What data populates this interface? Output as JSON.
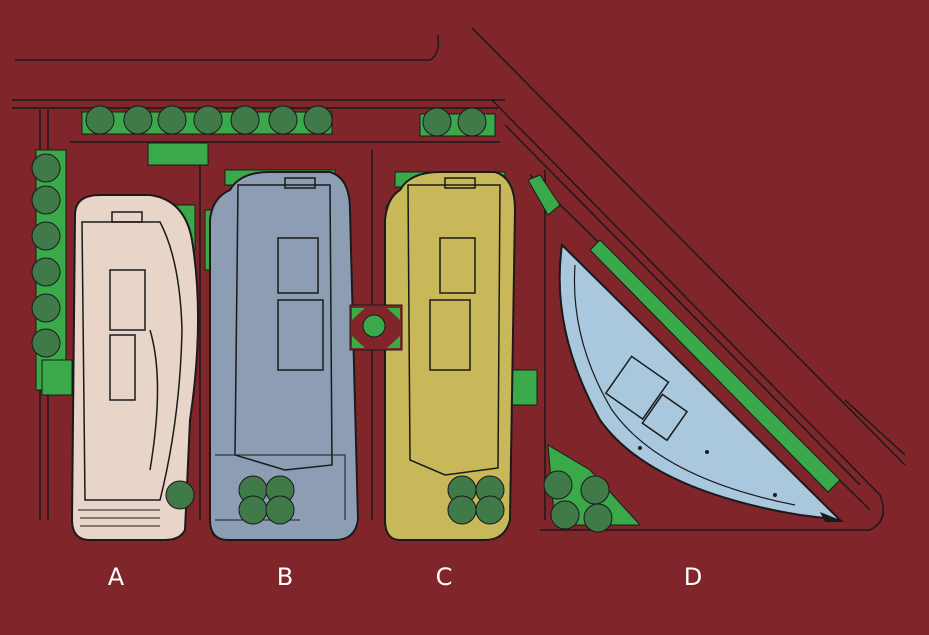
{
  "colors": {
    "background": "#80252a",
    "building_a": "#e8d4c8",
    "building_b": "#8d9eb4",
    "building_c": "#c8b85a",
    "building_d": "#a9c8de",
    "green_space": "#3aa94a",
    "tree": "#3f7a48",
    "linework": "#1a1a1a"
  },
  "buildings": [
    {
      "id": "A",
      "label": "A"
    },
    {
      "id": "B",
      "label": "B"
    },
    {
      "id": "C",
      "label": "C"
    },
    {
      "id": "D",
      "label": "D"
    }
  ],
  "icons": [
    "tree-icon",
    "roundabout-icon"
  ]
}
